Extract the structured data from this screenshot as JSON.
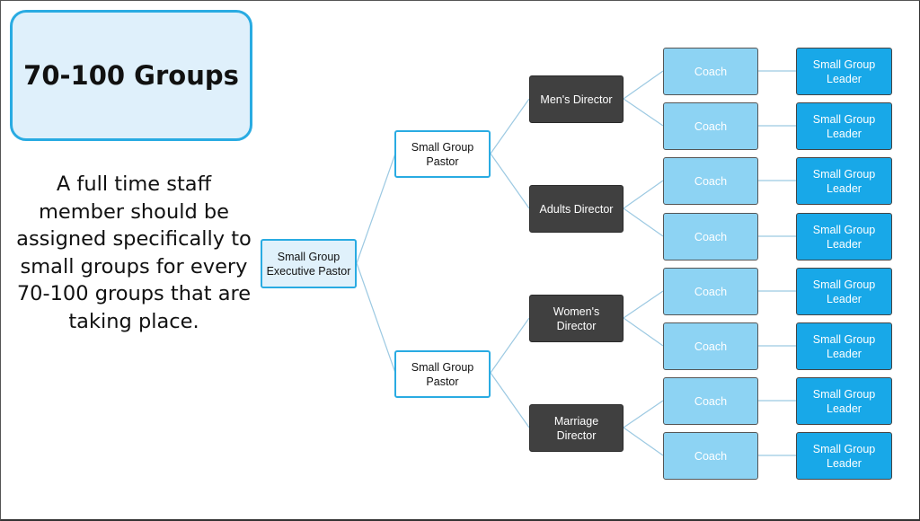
{
  "title": "70-100 Groups",
  "description": "A full time staff member should be assigned specifically to small groups for every 70-100 groups that are taking place.",
  "chart": {
    "executive": "Small Group Executive Pastor",
    "pastors": [
      "Small Group Pastor",
      "Small Group Pastor"
    ],
    "directors": [
      "Men's Director",
      "Adults Director",
      "Women's Director",
      "Marriage Director"
    ],
    "coaches": [
      "Coach",
      "Coach",
      "Coach",
      "Coach",
      "Coach",
      "Coach",
      "Coach",
      "Coach"
    ],
    "leaders": [
      "Small Group Leader",
      "Small Group Leader",
      "Small Group Leader",
      "Small Group Leader",
      "Small Group Leader",
      "Small Group Leader",
      "Small Group Leader",
      "Small Group Leader"
    ]
  },
  "colors": {
    "accent": "#29abe2",
    "title_fill": "#dff0fb",
    "director_fill": "#404040",
    "coach_fill": "#8dd3f3",
    "leader_fill": "#18a8e8"
  }
}
